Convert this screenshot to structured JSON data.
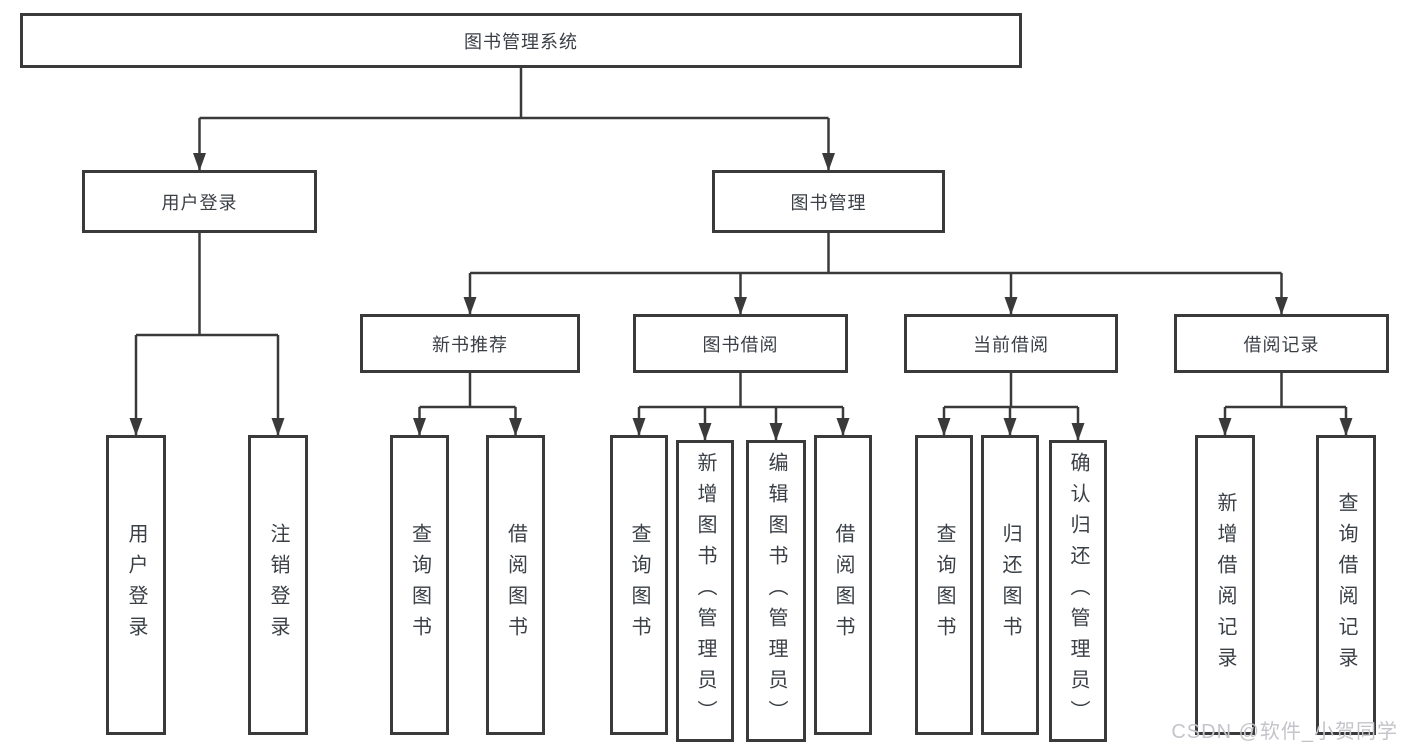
{
  "title": "图书管理系统",
  "level2": [
    {
      "id": "user-login",
      "label": "用户登录"
    },
    {
      "id": "book-management",
      "label": "图书管理"
    }
  ],
  "level3": [
    {
      "id": "new-book-recommend",
      "label": "新书推荐"
    },
    {
      "id": "book-borrowing",
      "label": "图书借阅"
    },
    {
      "id": "current-borrowing",
      "label": "当前借阅"
    },
    {
      "id": "borrowing-records",
      "label": "借阅记录"
    }
  ],
  "leaves": {
    "user_login": [
      {
        "label": "用户登录"
      },
      {
        "label": "注销登录"
      }
    ],
    "new_book_recommend": [
      {
        "label": "查询图书"
      },
      {
        "label": "借阅图书"
      }
    ],
    "book_borrowing": [
      {
        "label": "查询图书"
      },
      {
        "label": "新增图书（管理员）"
      },
      {
        "label": "编辑图书（管理员）"
      },
      {
        "label": "借阅图书"
      }
    ],
    "current_borrowing": [
      {
        "label": "查询图书"
      },
      {
        "label": "归还图书"
      },
      {
        "label": "确认归还（管理员）"
      }
    ],
    "borrowing_records": [
      {
        "label": "新增借阅记录"
      },
      {
        "label": "查询借阅记录"
      }
    ]
  },
  "watermark": "CSDN @软件_小贺同学",
  "colors": {
    "line": "#3a3a3a",
    "border": "#3a3a3a",
    "background": "#ffffff",
    "text": "#3b4046",
    "watermark": "#c4c4ca"
  }
}
